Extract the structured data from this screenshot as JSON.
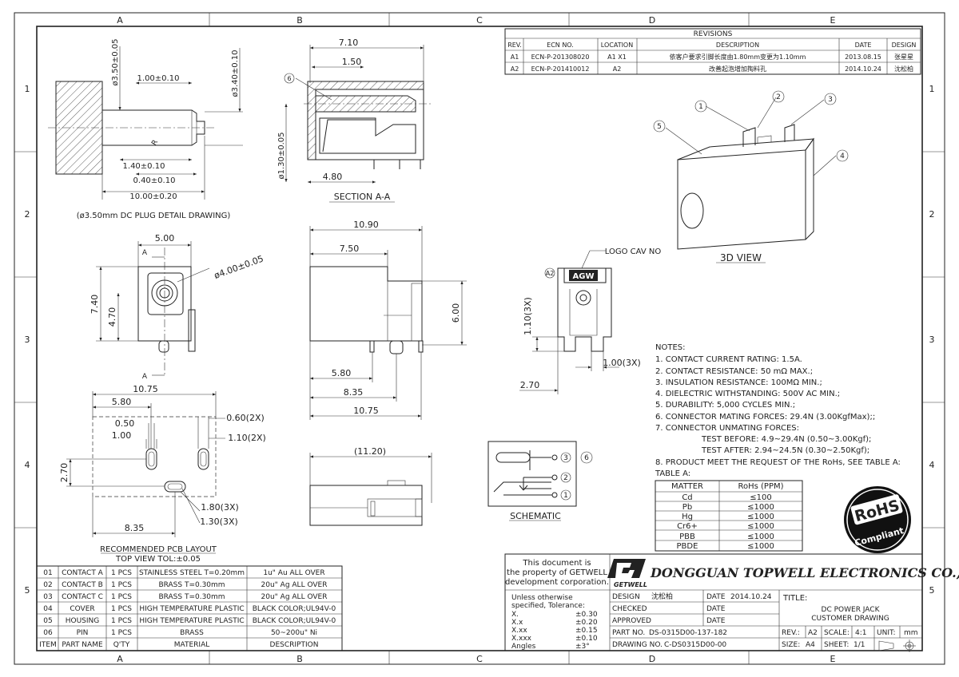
{
  "frame": {
    "col_labels": [
      "A",
      "B",
      "C",
      "D",
      "E"
    ],
    "row_labels": [
      "1",
      "2",
      "3",
      "4",
      "5"
    ]
  },
  "revisions": {
    "title": "REVISIONS",
    "headers": [
      "REV.",
      "ECN NO.",
      "LOCATION",
      "DESCRIPTION",
      "DATE",
      "DESIGN"
    ],
    "rows": [
      {
        "rev": "A1",
        "ecn": "ECN-P-201308020",
        "location": "A1 X1",
        "description": "依客户要求引脚长度由1.80mm变更为1.10mm",
        "date": "2013.08.15",
        "design": "张星星"
      },
      {
        "rev": "A2",
        "ecn": "ECN-P-201410012",
        "location": "A2",
        "description": "改善起泡增加掏料孔",
        "date": "2014.10.24",
        "design": "沈松柏"
      }
    ]
  },
  "plug_detail": {
    "dims": [
      "ø3.50±0.05",
      "1.00±0.10",
      "ø3.40±0.10",
      "R",
      "1.40±0.10",
      "0.40±0.10",
      "10.00±0.20"
    ],
    "caption": "(ø3.50mm DC PLUG DETAIL DRAWING)"
  },
  "section": {
    "dims": [
      "7.10",
      "1.50",
      "ø1.30±0.05",
      "4.80"
    ],
    "balloon": "6",
    "caption": "SECTION A-A"
  },
  "front_view": {
    "dims": [
      "5.00",
      "ø4.00±0.05",
      "7.40",
      "4.70"
    ],
    "cut_top": "A",
    "cut_bottom": "A"
  },
  "side_view": {
    "dims": [
      "10.90",
      "7.50",
      "6.00",
      "5.80",
      "8.35",
      "10.75"
    ]
  },
  "top_view": {
    "dims": [
      "(11.20)"
    ]
  },
  "pcb_layout": {
    "dims": [
      "10.75",
      "5.80",
      "0.50",
      "1.00",
      "0.60(2X)",
      "1.10(2X)",
      "2.70",
      "1.80(3X)",
      "1.30(3X)",
      "8.35"
    ],
    "caption": "RECOMMENDED PCB LAYOUT",
    "subcaption": "TOP VIEW TOL:±0.05"
  },
  "back_view": {
    "label": "LOGO CAV NO",
    "logo": "AGW",
    "balloon": "A2",
    "dims": [
      "1.10(3X)",
      "1.00(3X)",
      "2.70"
    ]
  },
  "view_3d": {
    "caption": "3D VIEW",
    "balloons": [
      "1",
      "2",
      "3",
      "4",
      "5"
    ]
  },
  "schematic": {
    "caption": "SCHEMATIC",
    "balloons": [
      "3",
      "2",
      "1",
      "6"
    ]
  },
  "notes": {
    "title": "NOTES:",
    "items": [
      "1. CONTACT CURRENT RATING: 1.5A.",
      "2. CONTACT RESISTANCE: 50 mΩ MAX.;",
      "3. INSULATION RESISTANCE: 100MΩ MIN.;",
      "4. DIELECTRIC WITHSTANDING: 500V AC MIN.;",
      "5. DURABILITY: 5,000 CYCLES MIN.;",
      "6. CONNECTOR MATING FORCES: 29.4N (3.00KgfMax);;",
      "7. CONNECTOR UNMATING FORCES:",
      "TEST BEFORE: 4.9~29.4N (0.50~3.00Kgf);",
      "TEST AFTER: 2.94~24.5N (0.30~2.50Kgf);",
      "8. PRODUCT MEET THE REQUEST OF THE RoHs, SEE TABLE A:"
    ],
    "table_title": "TABLE A:"
  },
  "rohs_table": {
    "headers": [
      "MATTER",
      "RoHs (PPM)"
    ],
    "rows": [
      [
        "Cd",
        "≤100"
      ],
      [
        "Pb",
        "≤1000"
      ],
      [
        "Hg",
        "≤1000"
      ],
      [
        "Cr6+",
        "≤1000"
      ],
      [
        "PBB",
        "≤1000"
      ],
      [
        "PBDE",
        "≤1000"
      ]
    ]
  },
  "rohs_logo": {
    "line1": "RoHS",
    "line2": "Compliant"
  },
  "bom": {
    "headers": [
      "ITEM",
      "PART NAME",
      "Q'TY",
      "MATERIAL",
      "DESCRIPTION"
    ],
    "rows": [
      [
        "01",
        "CONTACT A",
        "1 PCS",
        "STAINLESS STEEL T=0.20mm",
        "1u\" Au ALL OVER"
      ],
      [
        "02",
        "CONTACT B",
        "1 PCS",
        "BRASS T=0.30mm",
        "20u\" Ag ALL OVER"
      ],
      [
        "03",
        "CONTACT C",
        "1 PCS",
        "BRASS T=0.30mm",
        "20u\" Ag ALL OVER"
      ],
      [
        "04",
        "COVER",
        "1 PCS",
        "HIGH TEMPERATURE PLASTIC",
        "BLACK COLOR;UL94V-0"
      ],
      [
        "05",
        "HOUSING",
        "1 PCS",
        "HIGH TEMPERATURE PLASTIC",
        "BLACK COLOR;UL94V-0"
      ],
      [
        "06",
        "PIN",
        "1 PCS",
        "BRASS",
        "50~200u\" Ni"
      ]
    ]
  },
  "title_block": {
    "property": [
      "This document is",
      "the property of GETWELL",
      "development corporation."
    ],
    "logo_text": "GETWELL",
    "company": "DONGGUAN TOPWELL ELECTRONICS CO.,LTD",
    "tolerance_title": [
      "Unless otherwise",
      "specified, Tolerance:"
    ],
    "tolerances": [
      [
        "X.",
        "±0.30"
      ],
      [
        "X.x",
        "±0.20"
      ],
      [
        "X.xx",
        "±0.15"
      ],
      [
        "X.xxx",
        "±0.10"
      ],
      [
        "Angles",
        "±3°"
      ]
    ],
    "design_label": "DESIGN",
    "design_name": "沈松柏",
    "date_label": "DATE",
    "design_date": "2014.10.24",
    "checked_label": "CHECKED",
    "approved_label": "APPROVED",
    "title_label": "TITLE:",
    "title_lines": [
      "DC POWER JACK",
      "CUSTOMER DRAWING"
    ],
    "part_no_label": "PART NO.",
    "part_no": "DS-0315D00-137-182",
    "drawing_no_label": "DRAWING NO.",
    "drawing_no": "C-DS0315D00-00",
    "rev_label": "REV.:",
    "rev": "A2",
    "scale_label": "SCALE:",
    "scale": "4:1",
    "unit_label": "UNIT:",
    "unit": "mm",
    "size_label": "SIZE:",
    "size": "A4",
    "sheet_label": "SHEET:",
    "sheet": "1/1"
  }
}
